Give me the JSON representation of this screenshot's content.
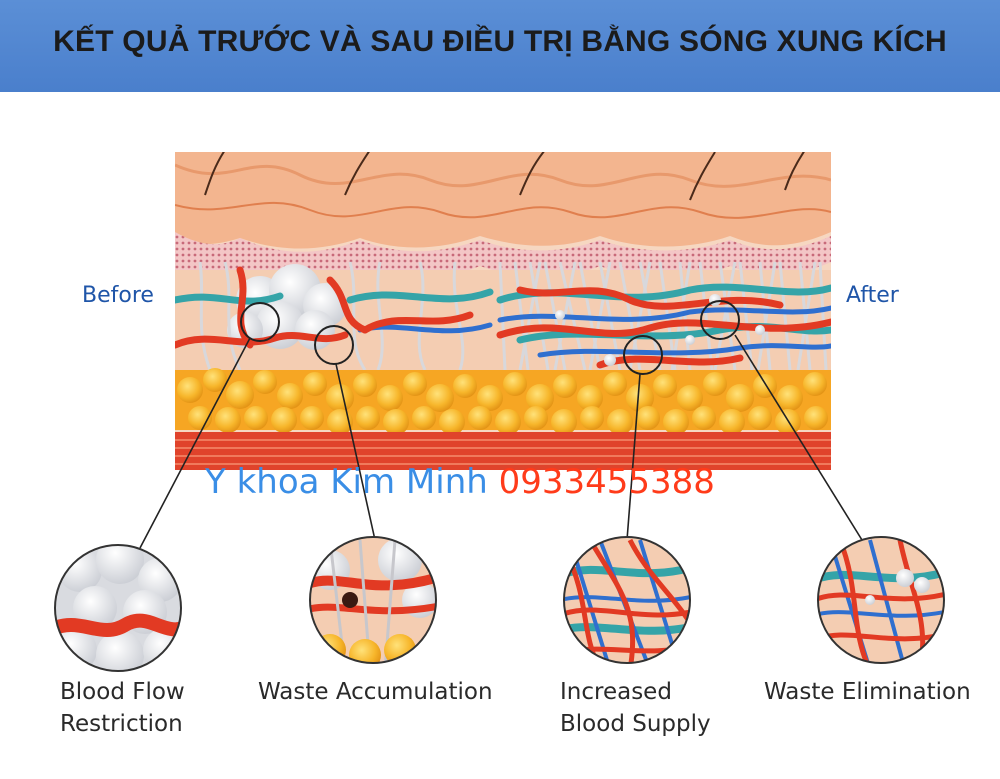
{
  "title": "KẾT QUẢ TRƯỚC VÀ SAU ĐIỀU TRỊ BẰNG SÓNG XUNG KÍCH",
  "labels": {
    "before": "Before",
    "after": "After"
  },
  "watermark": {
    "name": "Y khoa Kim Minh",
    "phone": "0933455388"
  },
  "callouts": [
    {
      "line1": "Blood Flow",
      "line2": "Restriction"
    },
    {
      "line1": "Waste Accumulation",
      "line2": ""
    },
    {
      "line1": "Increased",
      "line2": "Blood Supply"
    },
    {
      "line1": "Waste Elimination",
      "line2": ""
    }
  ],
  "colors": {
    "banner": "#4a7fcc",
    "label_text": "#1f55a8",
    "skin": "#f3b58f",
    "fat": "#f7b62b",
    "vessel_red": "#e23a23",
    "vessel_blue": "#2f6fcf",
    "vessel_teal": "#35a4a8",
    "watermark_blue": "#3a8ee6",
    "watermark_red": "#ff3b1a"
  }
}
